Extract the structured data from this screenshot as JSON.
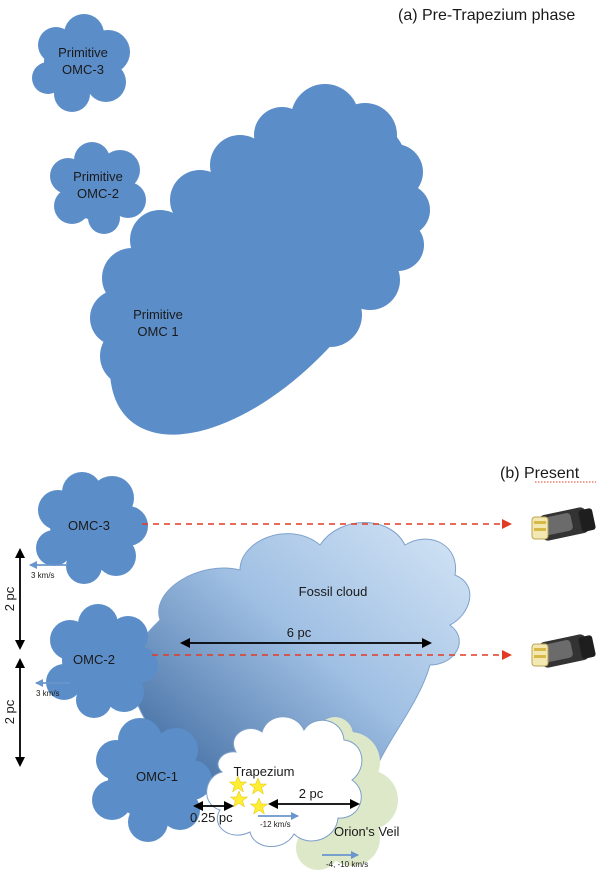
{
  "panel_a": {
    "title": "(a) Pre-Trapezium phase",
    "omc3_line1": "Primitive",
    "omc3_line2": "OMC-3",
    "omc2_line1": "Primitive",
    "omc2_line2": "OMC-2",
    "omc1_line1": "Primitive",
    "omc1_line2": "OMC 1"
  },
  "panel_b": {
    "title": "(b) Present",
    "omc3": "OMC-3",
    "omc2": "OMC-2",
    "omc1": "OMC-1",
    "fossil": "Fossil cloud",
    "fossil_width": "6 pc",
    "dist_upper": "2 pc",
    "dist_lower": "2 pc",
    "vel_omc3": "3 km/s",
    "vel_omc2": "3 km/s",
    "trapezium": "Trapezium",
    "trap_dist": "2 pc",
    "omc1_dist": "0.25 pc",
    "vel_trap": "-12 km/s",
    "veil": "Orion's Veil",
    "vel_veil": "-4, -10 km/s"
  },
  "colors": {
    "cloud_blue": "#5b8dc8",
    "cloud_edge": "#4a7ab3",
    "fossil_light": "#c9dcf0",
    "fossil_dark": "#2f5e98",
    "veil": "#dde8c8",
    "arrow_red": "#e23b25",
    "vel_arrow": "#6a96cc",
    "star": "#ffee33"
  }
}
